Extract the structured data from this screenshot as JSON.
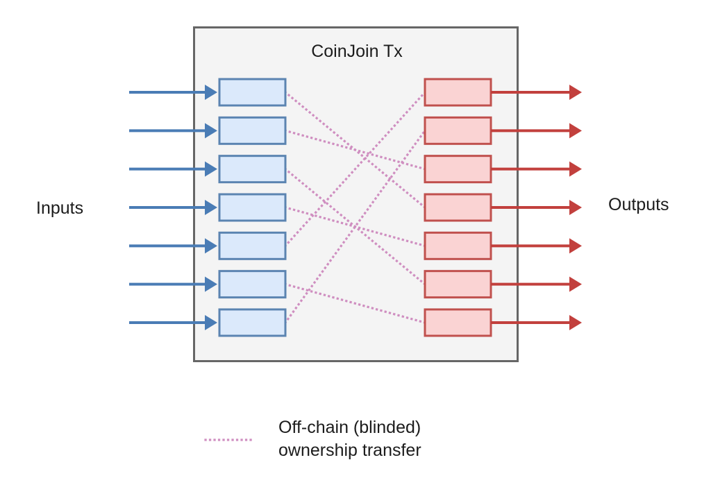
{
  "title": "CoinJoin Tx",
  "left_label": "Inputs",
  "right_label": "Outputs",
  "legend": {
    "line1": "Off-chain (blinded)",
    "line2": "ownership transfer",
    "full_text": "Off-chain (blinded) ownership transfer",
    "marker": "dotted-pink-line"
  },
  "diagram": {
    "type": "flow-diagram",
    "container_label": "CoinJoin Tx",
    "input_count": 7,
    "output_count": 7,
    "connections": [
      {
        "input": 1,
        "output": 4
      },
      {
        "input": 2,
        "output": 3
      },
      {
        "input": 3,
        "output": 6
      },
      {
        "input": 4,
        "output": 5
      },
      {
        "input": 5,
        "output": 1
      },
      {
        "input": 6,
        "output": 7
      },
      {
        "input": 7,
        "output": 2
      }
    ],
    "colors": {
      "background": "#ffffff",
      "container_fill": "#f4f4f4",
      "container_border": "#666666",
      "input_arrow": "#4a7cb5",
      "input_box_fill": "#dbe9fb",
      "input_box_border": "#5b84b1",
      "output_arrow": "#c2403d",
      "output_box_fill": "#fad3d3",
      "output_box_border": "#c0504d",
      "transfer_dotted_line": "#cf8ec0",
      "text": "#1c1c1c"
    }
  }
}
